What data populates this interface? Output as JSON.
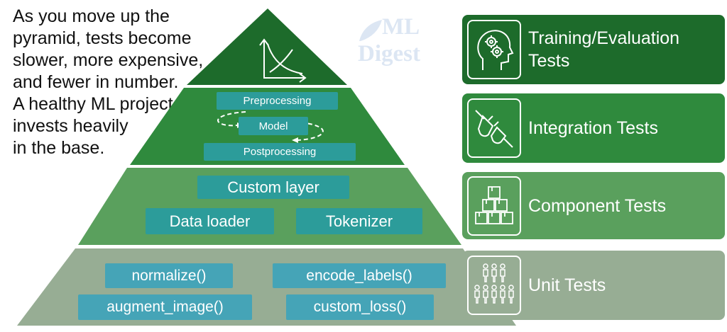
{
  "intro": {
    "lines": [
      "As you move up the",
      "pyramid, tests become",
      "slower, more expensive,",
      "and fewer in number.",
      "A healthy ML project",
      "invests heavily",
      "in the base."
    ]
  },
  "watermark": {
    "line1": "ML",
    "line2": "Digest"
  },
  "pyramid": {
    "top": {
      "icon": "curve-chart-icon"
    },
    "integration": {
      "preprocessing": "Preprocessing",
      "model": "Model",
      "postprocessing": "Postprocessing"
    },
    "component": {
      "custom_layer": "Custom layer",
      "data_loader": "Data loader",
      "tokenizer": "Tokenizer"
    },
    "unit": {
      "normalize": "normalize()",
      "encode_labels": "encode_labels()",
      "augment_image": "augment_image()",
      "custom_loss": "custom_loss()"
    }
  },
  "legend": [
    {
      "label": "Training/Evaluation Tests",
      "icon": "head-gears-icon"
    },
    {
      "label": "Integration Tests",
      "icon": "plug-icon"
    },
    {
      "label": "Component Tests",
      "icon": "stacked-boxes-icon"
    },
    {
      "label": "Unit Tests",
      "icon": "people-grid-icon"
    }
  ],
  "colors": {
    "tier_top": "#1d6b2b",
    "tier_integration": "#2f8a3d",
    "tier_component": "#5aa05d",
    "tier_unit": "#97ad94",
    "chip_teal": "#2c9c9a",
    "chip_unit": "#45a4b7"
  }
}
